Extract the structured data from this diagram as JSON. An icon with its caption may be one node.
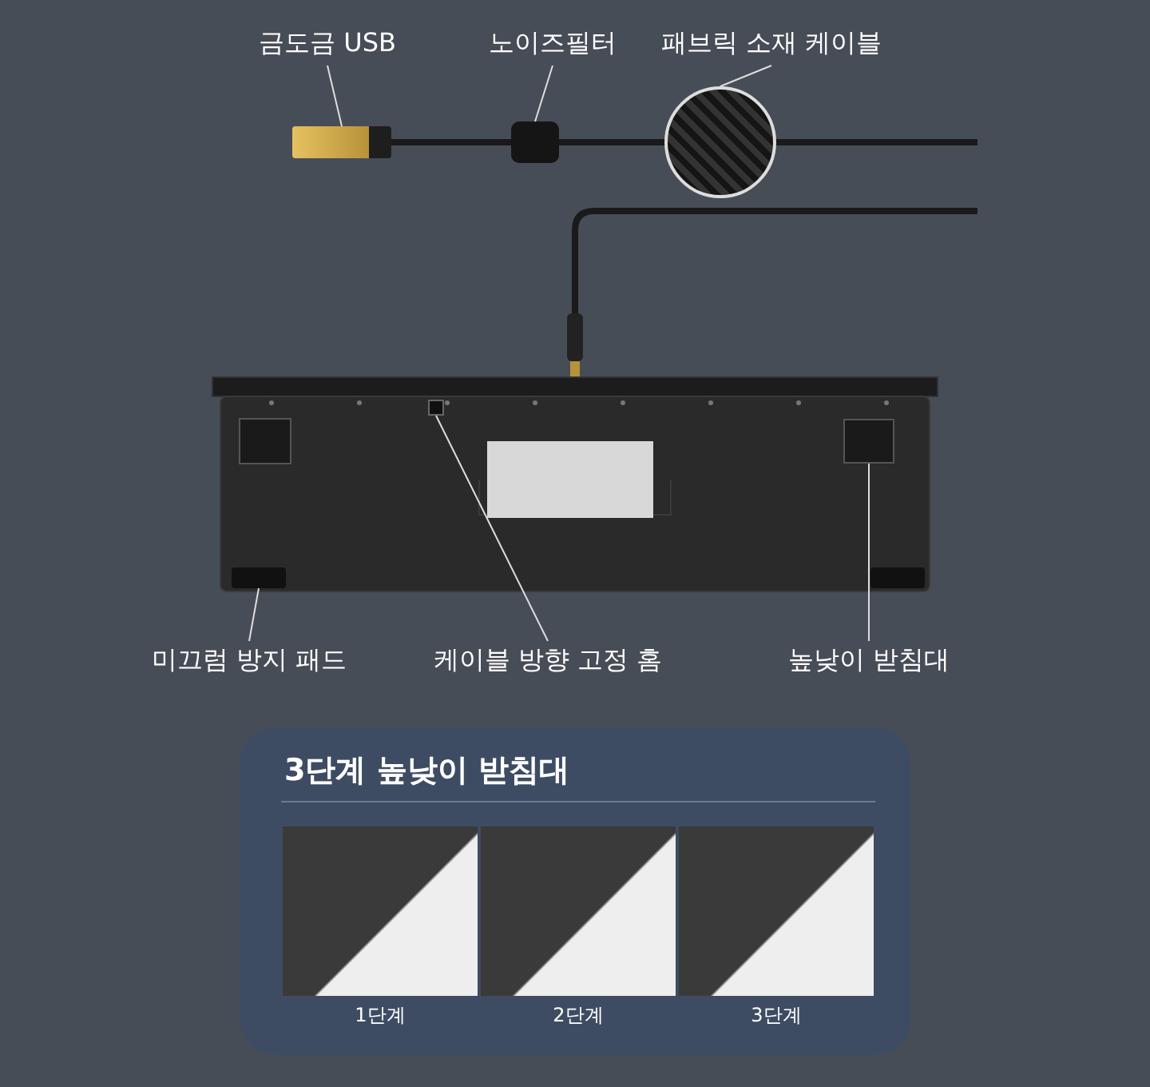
{
  "diagram": {
    "nodes": [
      {
        "text": [
          "금도금 USB"
        ]
      },
      {
        "text": [],
        "shape": "picture"
      },
      {
        "text": [
          "노이즈필터"
        ]
      },
      {
        "text": [],
        "shape": "box"
      },
      {
        "text": [
          "패브릭 소재 케이블"
        ]
      },
      {
        "text": [],
        "shape": "circle"
      },
      {
        "text": [
          "미끄럼 방지 패드"
        ]
      },
      {
        "text": [],
        "shape": "box"
      },
      {
        "text": [
          "케이블 방향 고정 홈"
        ]
      },
      {
        "text": [],
        "shape": "box"
      },
      {
        "text": [
          "높낮이 받침대"
        ]
      },
      {
        "text": [],
        "shape": "picture"
      },
      {
        "text": [
          "3단계 높낮이 받침대"
        ]
      },
      {
        "text": [],
        "shape": "picture",
        "in": 12,
        "beside": [
          "1단계"
        ]
      },
      {
        "text": [],
        "shape": "picture",
        "in": 12,
        "beside": [
          "2단계"
        ]
      },
      {
        "text": [],
        "shape": "picture",
        "in": 12,
        "beside": [
          "3단계"
        ]
      }
    ],
    "edges": [
      {
        "from": 0,
        "to": 1,
        "arrow": "none"
      },
      {
        "from": 2,
        "to": 3,
        "arrow": "none"
      },
      {
        "from": 4,
        "to": 5,
        "arrow": "none"
      },
      {
        "from": 6,
        "to": 7,
        "arrow": "none"
      },
      {
        "from": 8,
        "to": 9,
        "arrow": "none"
      },
      {
        "from": 10,
        "to": 11,
        "arrow": "none"
      }
    ]
  }
}
